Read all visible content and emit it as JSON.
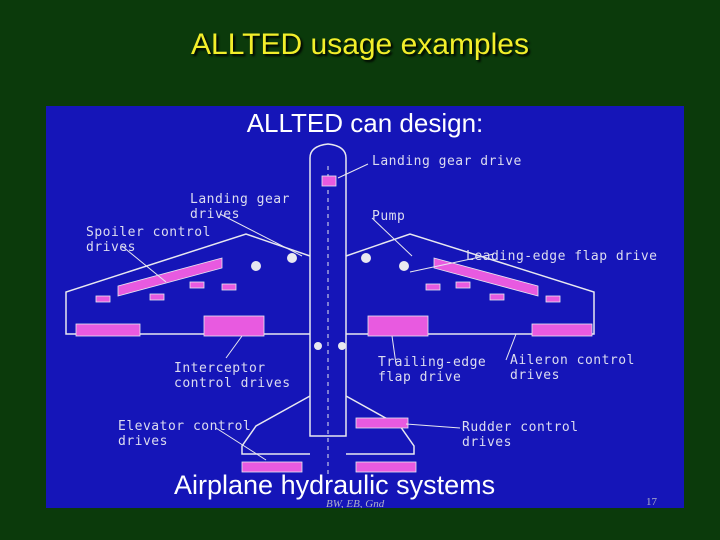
{
  "slide": {
    "title": "ALLTED usage examples",
    "heading": "ALLTED can design:",
    "footer_title": "Airplane hydraulic systems",
    "footer_credit": "BW, EB, Gnd",
    "slide_number": "17"
  },
  "labels": {
    "landing_gear_drive": "Landing gear drive",
    "landing_gear_drives": "Landing gear\ndrives",
    "spoiler_control_drives": "Spoiler control\ndrives",
    "pump": "Pump",
    "leading_edge_flap_drive": "Leading-edge flap drive",
    "interceptor_control_drives": "Interceptor\ncontrol drives",
    "trailing_edge_flap_drive": "Trailing-edge\nflap drive",
    "aileron_control_drives": "Aileron control\ndrives",
    "elevator_control_drives": "Elevator control\ndrives",
    "rudder_control_drives": "Rudder control\ndrives"
  },
  "colors": {
    "background": "#0b3a0b",
    "panel": "#1515b8",
    "title": "#f2ee2a",
    "outline": "#e8e8f0",
    "component": "#e85ae0"
  }
}
